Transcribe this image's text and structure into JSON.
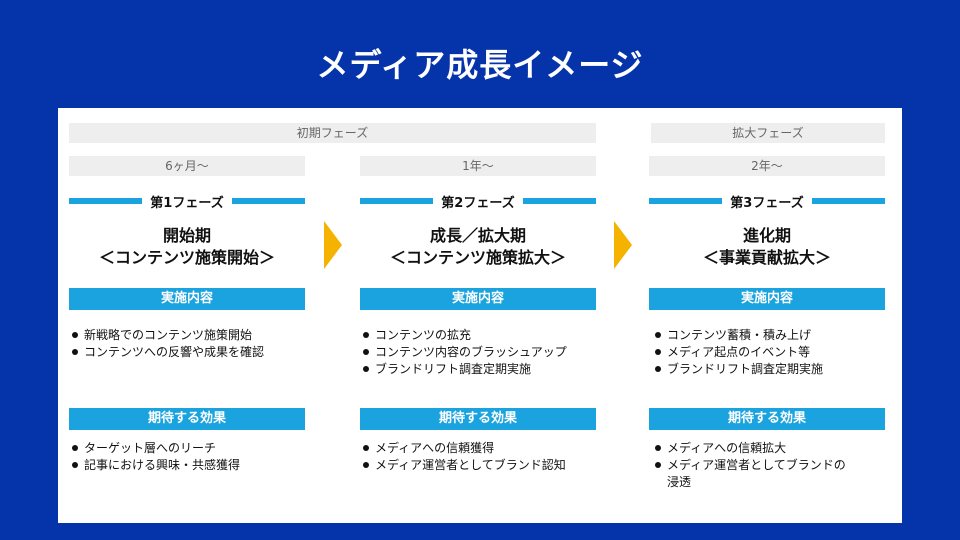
{
  "title": "メディア成長イメージ",
  "phase_groups": {
    "initial": "初期フェーズ",
    "expansion": "拡大フェーズ"
  },
  "columns": [
    {
      "period": "6ヶ月〜",
      "phase": "第1フェーズ",
      "stage_line1": "開始期",
      "stage_line2": "＜コンテンツ施策開始＞",
      "content_header": "実施内容",
      "content_items": [
        "新戦略でのコンテンツ施策開始",
        "コンテンツへの反響や成果を確認"
      ],
      "effect_header": "期待する効果",
      "effect_items": [
        "ターゲット層へのリーチ",
        "記事における興味・共感獲得"
      ]
    },
    {
      "period": "1年〜",
      "phase": "第2フェーズ",
      "stage_line1": "成長／拡大期",
      "stage_line2": "＜コンテンツ施策拡大＞",
      "content_header": "実施内容",
      "content_items": [
        "コンテンツの拡充",
        "コンテンツ内容のブラッシュアップ",
        "ブランドリフト調査定期実施"
      ],
      "effect_header": "期待する効果",
      "effect_items": [
        "メディアへの信頼獲得",
        "メディア運営者としてブランド認知"
      ]
    },
    {
      "period": "2年〜",
      "phase": "第3フェーズ",
      "stage_line1": "進化期",
      "stage_line2": "＜事業貢献拡大＞",
      "content_header": "実施内容",
      "content_items": [
        "コンテンツ蓄積・積み上げ",
        "メディア起点のイベント等",
        "ブランドリフト調査定期実施"
      ],
      "effect_header": "期待する効果",
      "effect_items": [
        "メディアへの信頼拡大",
        "メディア運営者としてブランドの浸透"
      ]
    }
  ],
  "colors": {
    "background": "#0433aa",
    "accent_blue": "#1aa3de",
    "arrow": "#f5b300",
    "gray_bar": "#eeeeee"
  }
}
